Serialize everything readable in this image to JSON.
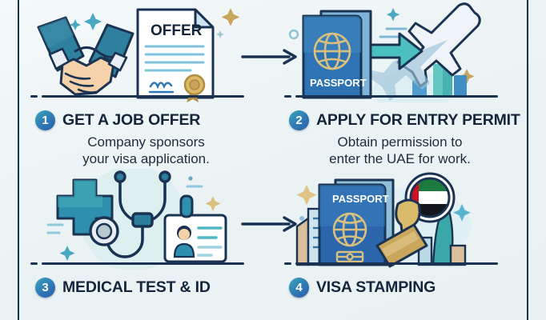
{
  "infographic": {
    "title_visible": false,
    "background_color": "#eef4f5",
    "frame_color": "#1b3352",
    "accent_teal": "#3aa6b9",
    "accent_blue": "#2a5ea8",
    "accent_gold": "#c9a45c",
    "text_color": "#14253c"
  },
  "steps": [
    {
      "number": "1",
      "title": "GET A JOB OFFER",
      "desc_line1": "Company sponsors",
      "desc_line2": "your visa application.",
      "art": "handshake-offer-letter",
      "art_label": "OFFER",
      "has_arrow": true
    },
    {
      "number": "2",
      "title": "APPLY FOR ENTRY PERMIT",
      "desc_line1": "Obtain permission to",
      "desc_line2": "enter the UAE for work.",
      "art": "passport-airplane",
      "art_label": "PASSPORT",
      "has_arrow": false
    },
    {
      "number": "3",
      "title": "MEDICAL TEST & ID",
      "desc_line1": "",
      "desc_line2": "",
      "art": "stethoscope-id-card",
      "art_label": "",
      "has_arrow": true
    },
    {
      "number": "4",
      "title": "VISA STAMPING",
      "desc_line1": "",
      "desc_line2": "",
      "art": "passport-stamp-uae-flag",
      "art_label": "PASSPORT",
      "has_arrow": false
    }
  ]
}
